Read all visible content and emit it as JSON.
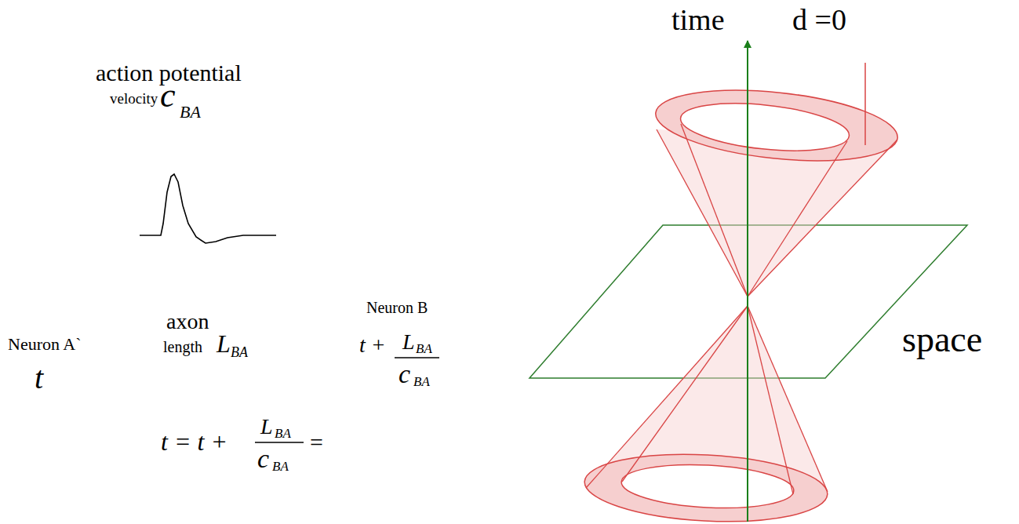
{
  "diagram": {
    "labels": [
      "action potential",
      "velocity",
      "c",
      "BA",
      "Neuron A`",
      "t",
      "axon",
      "length",
      "L",
      "BA",
      "Neuron B",
      "t +",
      "L",
      "BA",
      "c",
      "BA",
      "t = t +",
      "L",
      "BA",
      "c",
      "BA",
      "=",
      "time",
      "d =0",
      "space"
    ]
  }
}
